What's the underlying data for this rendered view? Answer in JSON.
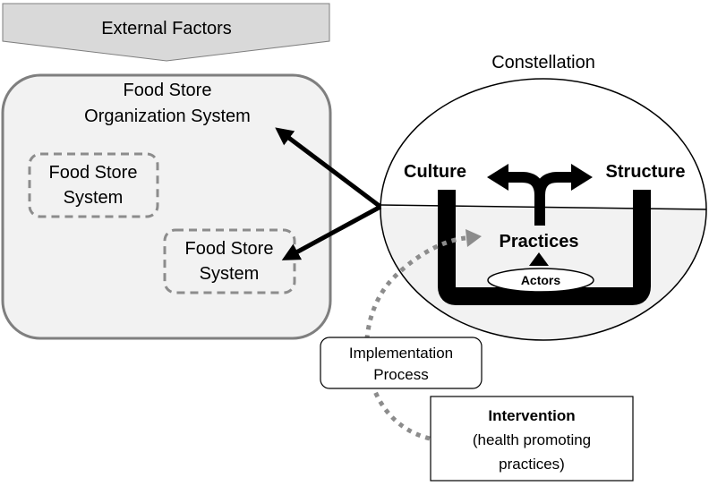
{
  "external_factors": {
    "label": "External Factors"
  },
  "org_system": {
    "title_line1": "Food Store",
    "title_line2": "Organization System"
  },
  "store_system_1": {
    "line1": "Food Store",
    "line2": "System"
  },
  "store_system_2": {
    "line1": "Food Store",
    "line2": "System"
  },
  "constellation": {
    "title": "Constellation",
    "culture": "Culture",
    "structure": "Structure",
    "practices": "Practices",
    "actors": "Actors"
  },
  "implementation": {
    "line1": "Implementation",
    "line2": "Process"
  },
  "intervention": {
    "title": "Intervention",
    "line2": "(health promoting",
    "line3": "practices)"
  },
  "colors": {
    "panel_fill": "#f2f2f2",
    "panel_stroke": "#7f7f7f",
    "banner_fill": "#d9d9d9",
    "dashed_stroke": "#8c8c8c",
    "arrow": "#000000"
  }
}
